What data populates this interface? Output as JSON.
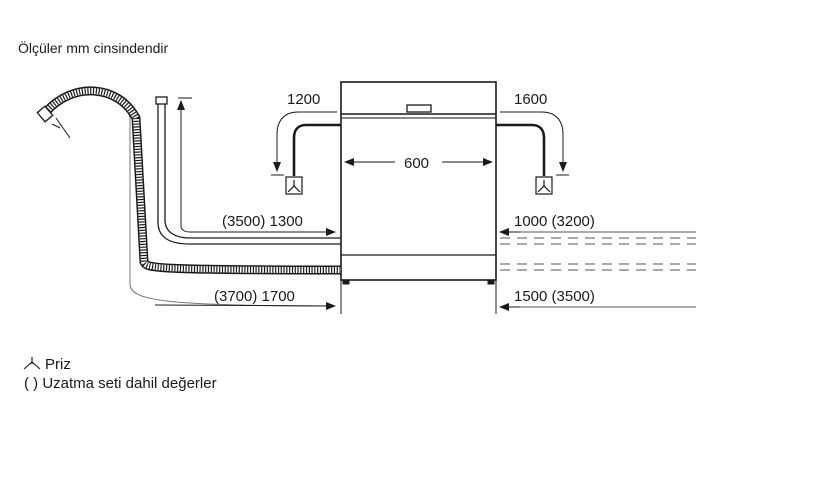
{
  "title": "Ölçüler mm cinsindendir",
  "dimensions": {
    "left_top": "1200",
    "right_top": "1600",
    "width": "600",
    "left_drain": "(3500) 1300",
    "right_drain": "1000 (3200)",
    "left_supply": "(3700) 1700",
    "right_supply": "1500 (3500)"
  },
  "legend": {
    "socket": "Priz",
    "brackets": "( ) Uzatma seti dahil değerler"
  },
  "icons": {
    "socket": "power-socket-icon"
  },
  "colors": {
    "line": "#1a1a1a",
    "thin": "#555555"
  }
}
